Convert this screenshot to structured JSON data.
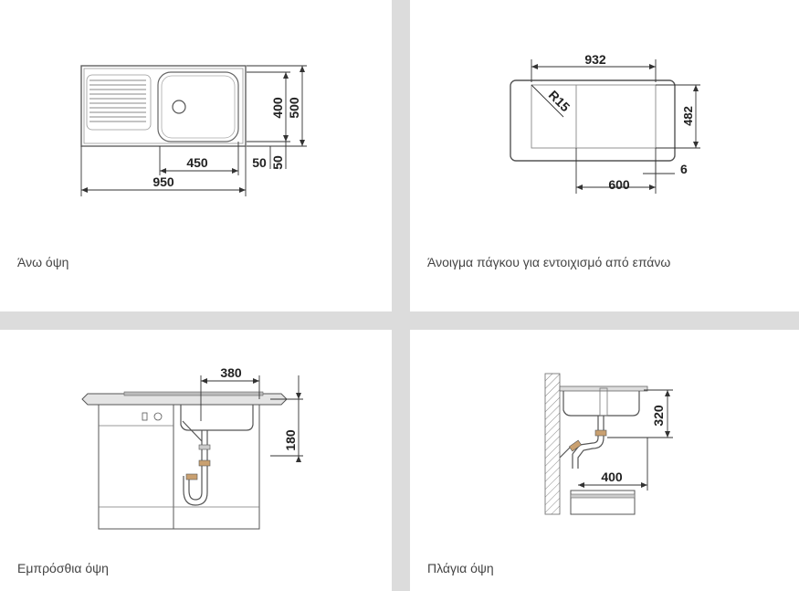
{
  "panels": [
    {
      "caption": "Άνω όψη",
      "dims": {
        "d400": "400",
        "d500": "500",
        "d450": "450",
        "d50a": "50",
        "d50b": "50",
        "d950": "950"
      }
    },
    {
      "caption": "Άνοιγμα πάγκου για εντοιχισμό από επάνω",
      "dims": {
        "d932": "932",
        "d482": "482",
        "r15": "R15",
        "d6": "6",
        "d600": "600"
      }
    },
    {
      "caption": "Εμπρόσθια όψη",
      "dims": {
        "d380": "380",
        "d180": "180"
      }
    },
    {
      "caption": "Πλάγια όψη",
      "dims": {
        "d320": "320",
        "d400": "400"
      }
    }
  ]
}
